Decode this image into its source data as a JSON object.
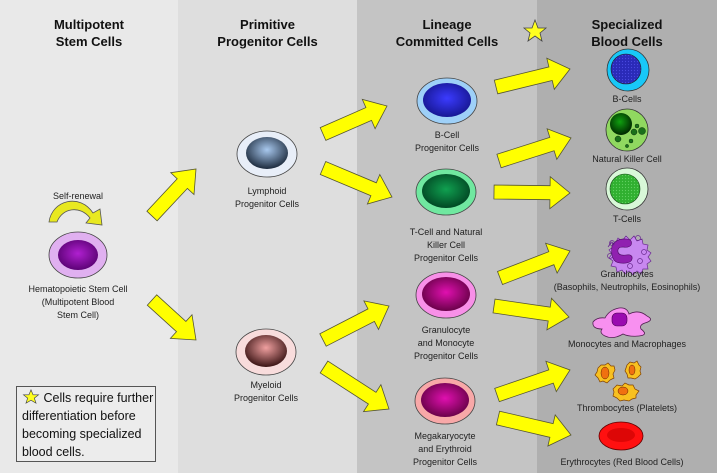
{
  "columns": [
    {
      "title": "Multipotent\nStem Cells"
    },
    {
      "title": "Primitive\nProgenitor Cells"
    },
    {
      "title": "Lineage\nCommitted Cells",
      "starred": true
    },
    {
      "title": "Specialized\nBlood Cells"
    }
  ],
  "stem": {
    "self_renewal": "Self-renewal",
    "label": "Hematopoietic Stem Cell\n(Multipotent Blood\nStem Cell)"
  },
  "progenitors": [
    {
      "label": "Lymphoid\nProgenitor Cells"
    },
    {
      "label": "Myeloid\nProgenitor Cells"
    }
  ],
  "committed": [
    {
      "label": "B-Cell\nProgenitor Cells"
    },
    {
      "label": "T-Cell and Natural\nKiller Cell\nProgenitor Cells"
    },
    {
      "label": "Granulocyte\nand Monocyte\nProgenitor Cells"
    },
    {
      "label": "Megakaryocyte\nand  Erythroid\nProgenitor Cells"
    }
  ],
  "specialized": [
    {
      "label": "B-Cells"
    },
    {
      "label": "Natural Killer Cell"
    },
    {
      "label": "T-Cells"
    },
    {
      "label": "Granulocytes\n(Basophils, Neutrophils, Eosinophils)"
    },
    {
      "label": "Monocytes and Macrophages"
    },
    {
      "label": "Thrombocytes (Platelets)"
    },
    {
      "label": "Erythrocytes (Red Blood Cells)"
    }
  ],
  "legend": {
    "text": "Cells require further differentiation before becoming specialized blood cells."
  },
  "colors": {
    "arrow": "#ffff00",
    "arrow_outline": "#555533"
  }
}
